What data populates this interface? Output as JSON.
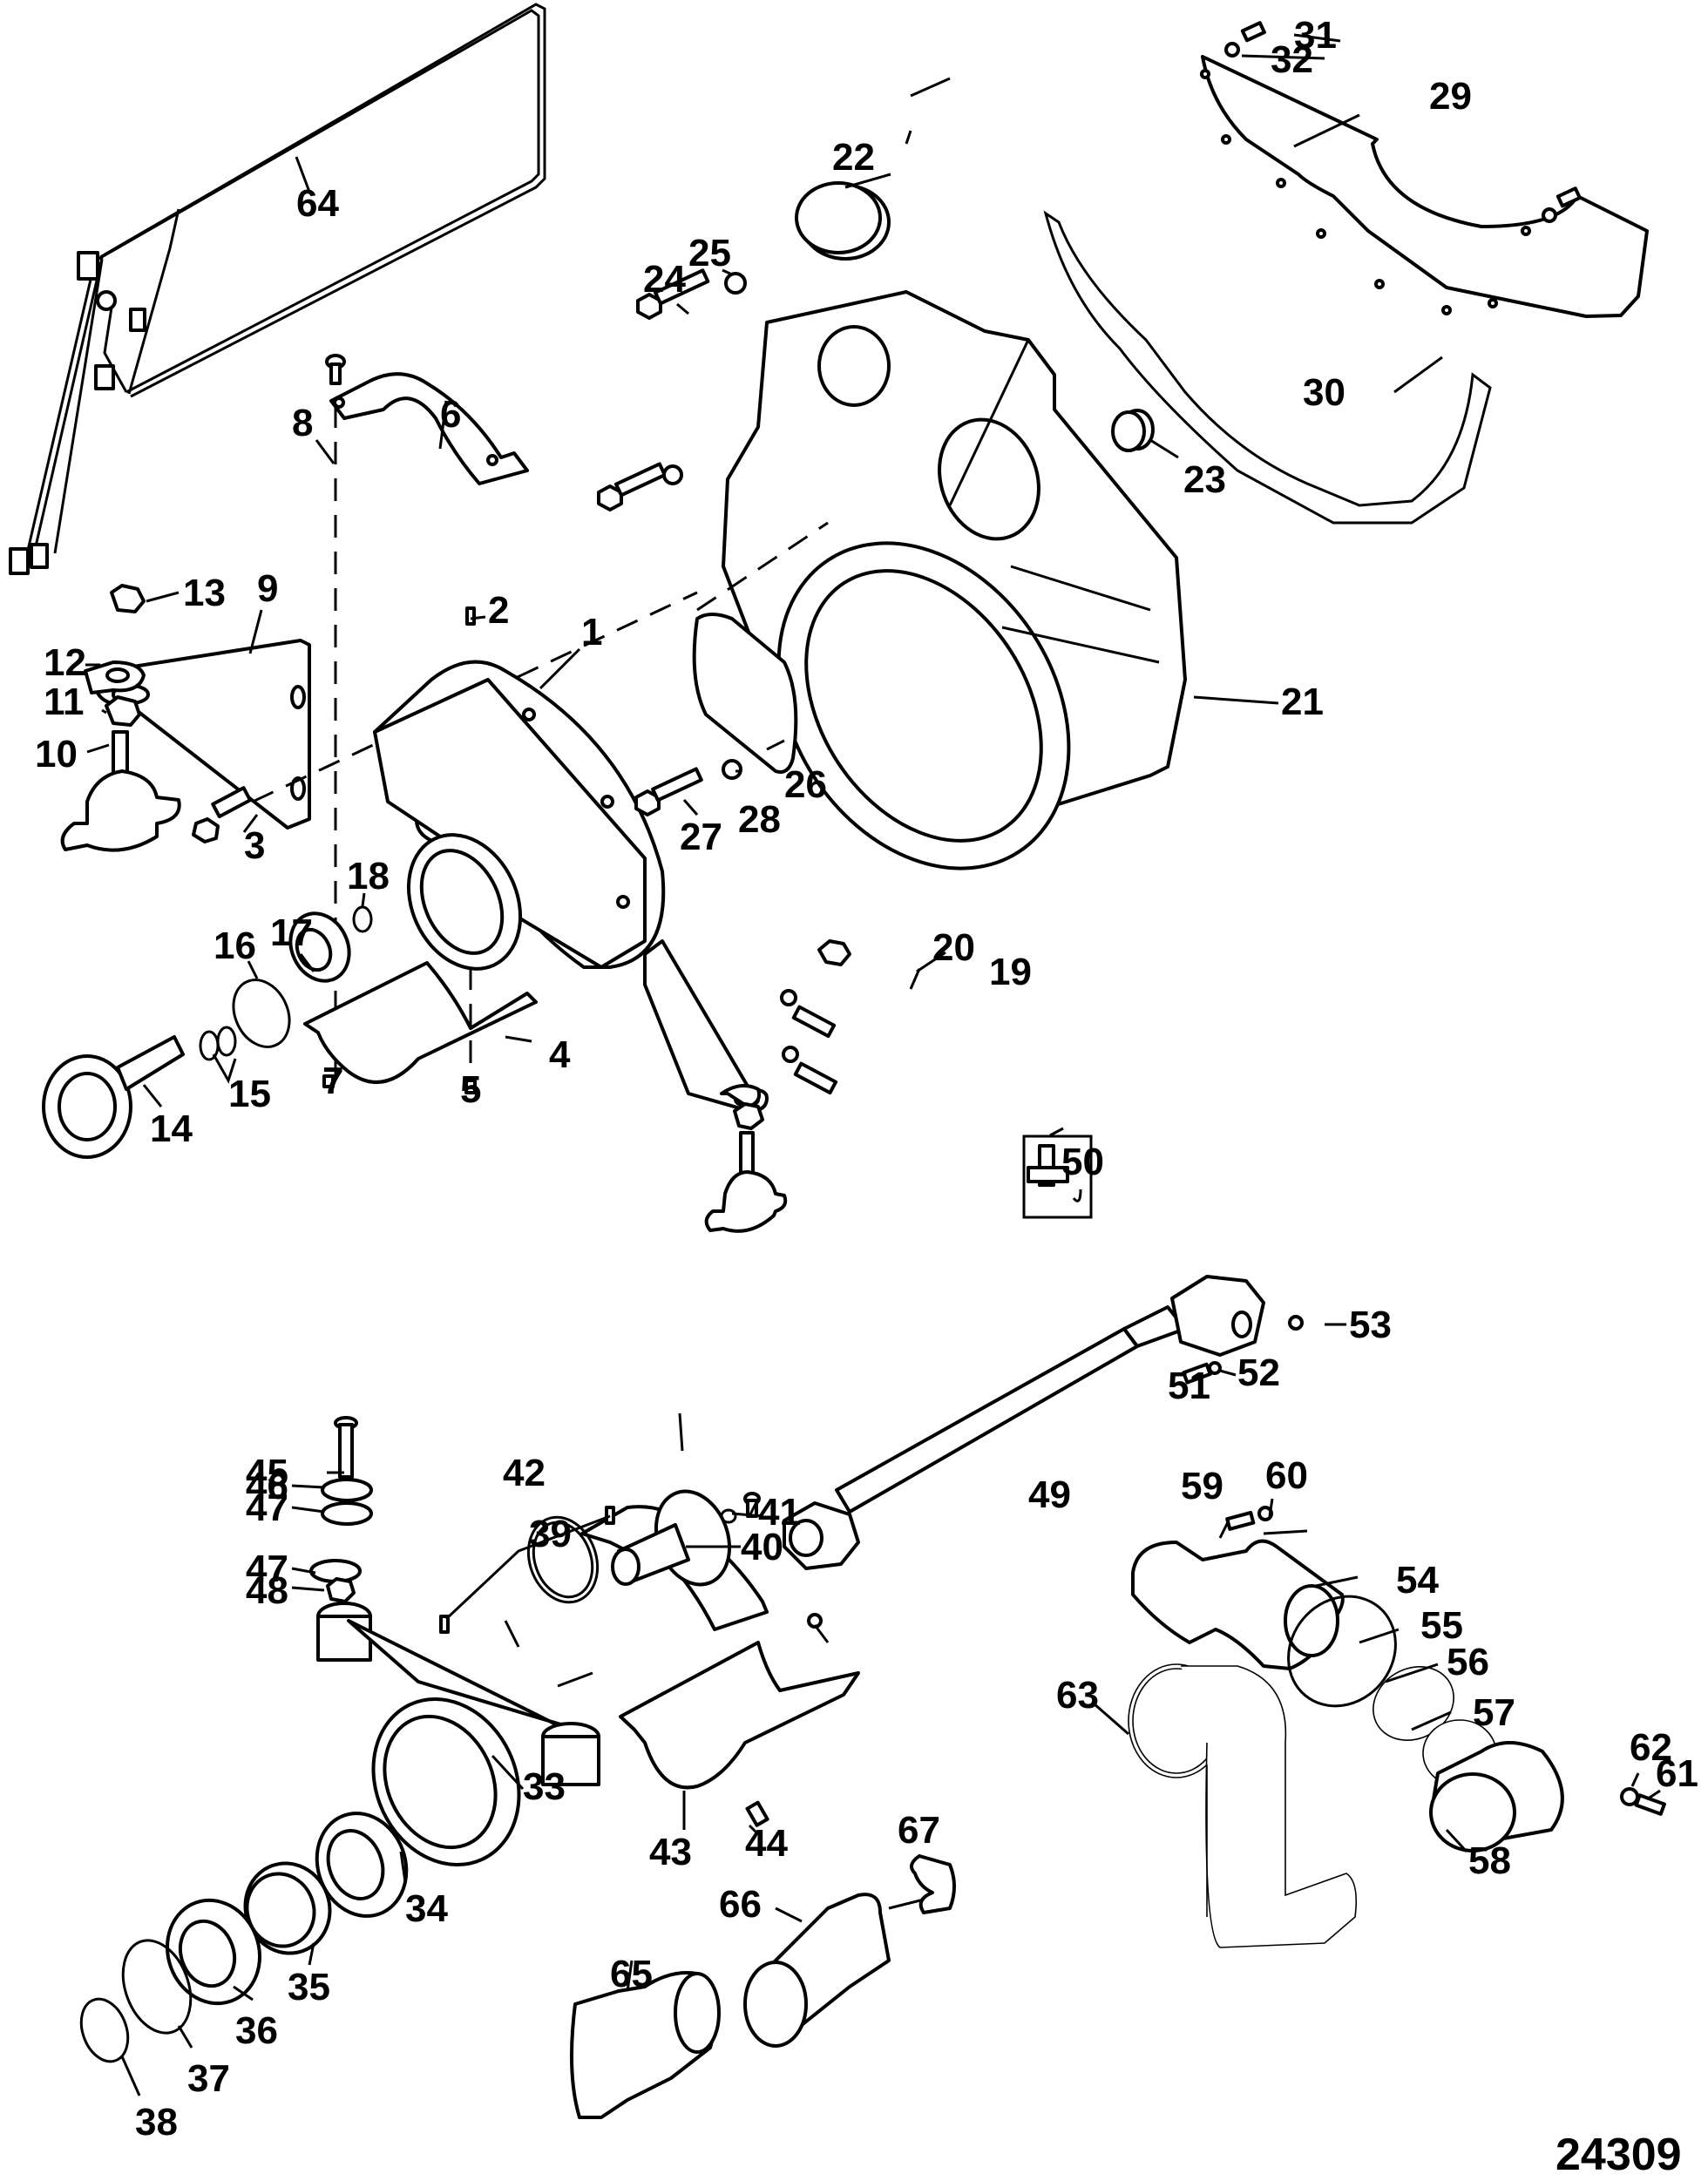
{
  "figure": {
    "figure_number": "24309",
    "description": "Exploded parts diagram — transmission bell housing, driveshaft, bearing carrier and exhaust components"
  },
  "callouts": [
    {
      "label": "1",
      "part": "transmission-adapter-plate"
    },
    {
      "label": "2",
      "part": "grease-fitting"
    },
    {
      "label": "3",
      "part": "screw"
    },
    {
      "label": "4",
      "part": "lower-shield"
    },
    {
      "label": "5",
      "part": "screw"
    },
    {
      "label": "6",
      "part": "upper-shield"
    },
    {
      "label": "7",
      "part": "nut"
    },
    {
      "label": "8",
      "part": "screw"
    },
    {
      "label": "9",
      "part": "mount-bracket"
    },
    {
      "label": "10",
      "part": "engine-mount"
    },
    {
      "label": "11",
      "part": "nut"
    },
    {
      "label": "12",
      "part": "tab-washer"
    },
    {
      "label": "13",
      "part": "nut"
    },
    {
      "label": "14",
      "part": "input-shaft-flange"
    },
    {
      "label": "15",
      "part": "o-rings"
    },
    {
      "label": "16",
      "part": "snap-ring"
    },
    {
      "label": "17",
      "part": "bearing"
    },
    {
      "label": "18",
      "part": "retaining-ring"
    },
    {
      "label": "19",
      "part": "screw"
    },
    {
      "label": "20",
      "part": "washer"
    },
    {
      "label": "21",
      "part": "flywheel-housing"
    },
    {
      "label": "22",
      "part": "plug"
    },
    {
      "label": "23",
      "part": "plug"
    },
    {
      "label": "24",
      "part": "screw"
    },
    {
      "label": "25",
      "part": "washer"
    },
    {
      "label": "26",
      "part": "cover-plate"
    },
    {
      "label": "27",
      "part": "screw"
    },
    {
      "label": "28",
      "part": "washer"
    },
    {
      "label": "29",
      "part": "flywheel-cover"
    },
    {
      "label": "30",
      "part": "gasket"
    },
    {
      "label": "31",
      "part": "screw"
    },
    {
      "label": "32",
      "part": "washer"
    },
    {
      "label": "33",
      "part": "bearing-carrier"
    },
    {
      "label": "34",
      "part": "bearing"
    },
    {
      "label": "35",
      "part": "spacer"
    },
    {
      "label": "36",
      "part": "bearing"
    },
    {
      "label": "37",
      "part": "snap-ring"
    },
    {
      "label": "38",
      "part": "retaining-ring"
    },
    {
      "label": "39",
      "part": "seal"
    },
    {
      "label": "40",
      "part": "yoke-flange"
    },
    {
      "label": "41",
      "part": "o-ring"
    },
    {
      "label": "42",
      "part": "grease-fittings"
    },
    {
      "label": "43",
      "part": "lower-shield"
    },
    {
      "label": "44",
      "part": "screw"
    },
    {
      "label": "45",
      "part": "bolt"
    },
    {
      "label": "46",
      "part": "washer"
    },
    {
      "label": "47",
      "part": "isolator"
    },
    {
      "label": "48",
      "part": "nut"
    },
    {
      "label": "49",
      "part": "driveshaft"
    },
    {
      "label": "50",
      "part": "u-joint-kit"
    },
    {
      "label": "51",
      "part": "screw"
    },
    {
      "label": "52",
      "part": "lockwasher"
    },
    {
      "label": "53",
      "part": "nut"
    },
    {
      "label": "54",
      "part": "exhaust-elbow"
    },
    {
      "label": "55",
      "part": "o-ring"
    },
    {
      "label": "56",
      "part": "gasket"
    },
    {
      "label": "57",
      "part": "flapper-valve"
    },
    {
      "label": "58",
      "part": "exhaust-outlet"
    },
    {
      "label": "59",
      "part": "screw"
    },
    {
      "label": "60",
      "part": "washer"
    },
    {
      "label": "61",
      "part": "screw"
    },
    {
      "label": "62",
      "part": "washer"
    },
    {
      "label": "63",
      "part": "exhaust-pipe"
    },
    {
      "label": "64",
      "part": "wiring-harness"
    },
    {
      "label": "65",
      "part": "exhaust-tube"
    },
    {
      "label": "66",
      "part": "exhaust-tube"
    },
    {
      "label": "67",
      "part": "clamp"
    }
  ]
}
